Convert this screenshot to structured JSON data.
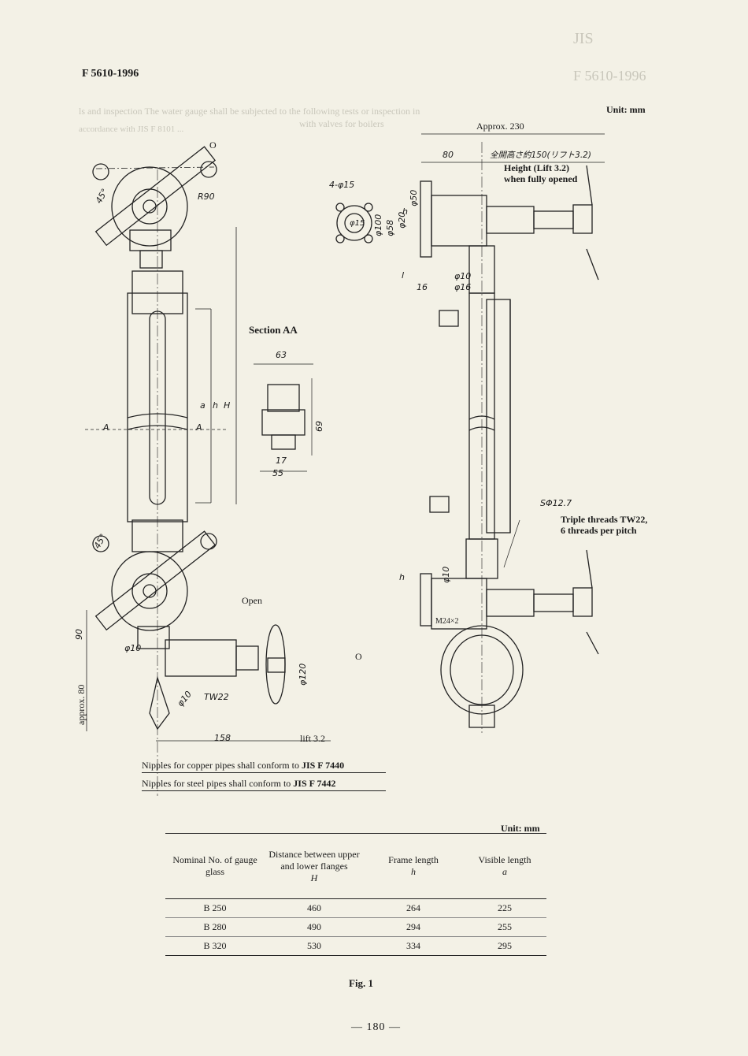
{
  "header": {
    "standard_code": "F 5610-1996",
    "unit_top": "Unit:  mm"
  },
  "labels": {
    "approx_230": "Approx. 230",
    "dim_80_top": "80",
    "jp_height": "全開高さ約150(リフト3.2)",
    "height_lift": "Height (Lift 3.2)",
    "when_fully_opened": "when fully opened",
    "four_phi15": "4-φ15",
    "phi15": "φ15",
    "phi100": "φ100",
    "phi58": "φ58",
    "phi20": "φ20",
    "phi50": "φ50",
    "h_mark": "h",
    "l_mark": "l",
    "phi10_a": "φ10",
    "phi16": "φ16",
    "dim_16": "16",
    "section_aa": "Section AA",
    "dim_63": "63",
    "dim_69": "69",
    "dim_17": "17",
    "dim_55": "55",
    "a_left": "A",
    "a_right": "A",
    "dim_a": "a",
    "dim_h": "h",
    "dim_H": "H",
    "o_top": "O",
    "r90": "R90",
    "deg45_top": "45°",
    "deg45_bottom": "45°",
    "s_phi": "SΦ12.7",
    "triple_threads": "Triple threads TW22,",
    "six_threads": "6 threads per pitch",
    "h_lower": "h",
    "phi10_b": "φ10",
    "m24": "M24×2",
    "open": "Open",
    "dim_90": "90",
    "phi10_c": "φ10",
    "phi120": "φ120",
    "o_bottom": "O",
    "tw22": "TW22",
    "phi10_d": "φ10",
    "approx_80": "approx. 80",
    "dim_158": "158",
    "lift_32": "lift 3.2"
  },
  "notes": {
    "copper_prefix": "Nipples for copper pipes shall conform to ",
    "copper_ref": "JIS F 7440",
    "steel_prefix": "Nipples for steel pipes shall conform to ",
    "steel_ref": "JIS F 7442"
  },
  "table": {
    "unit": "Unit:  mm",
    "headers": [
      {
        "text": "Nominal No. of gauge glass",
        "sym": ""
      },
      {
        "text": "Distance between upper and lower flanges",
        "sym": "H"
      },
      {
        "text": "Frame length",
        "sym": "h"
      },
      {
        "text": "Visible length",
        "sym": "a"
      }
    ],
    "rows": [
      [
        "B 250",
        "460",
        "264",
        "225"
      ],
      [
        "B 280",
        "490",
        "294",
        "255"
      ],
      [
        "B 320",
        "530",
        "334",
        "295"
      ]
    ]
  },
  "figure_caption": "Fig. 1",
  "page_number": "— 180 —",
  "bleed": {
    "jis": "JIS",
    "code": "F 5610-1996",
    "line1": "ls and inspection  The water gauge shall be subjected to the following tests or inspection in",
    "line2": "with valves for boilers",
    "line3": "accordance with JIS F 8101 ..."
  }
}
